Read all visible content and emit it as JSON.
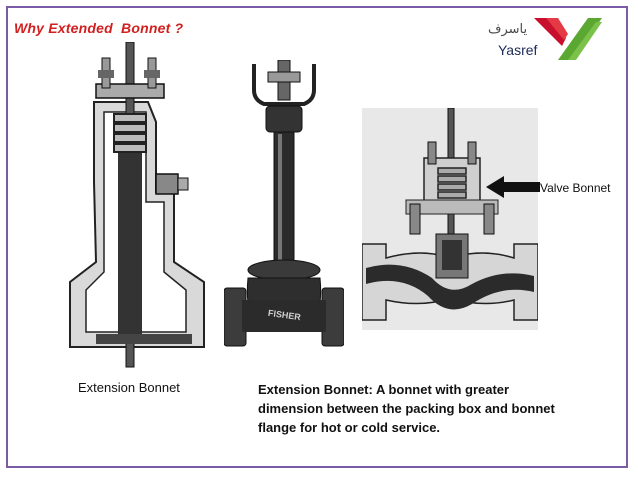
{
  "slide": {
    "title": "Why Extended  Bonnet ?",
    "logo": {
      "arabic": "ياسرف",
      "english": "Yasref",
      "colors": [
        "#c8102e",
        "#5aa832"
      ]
    },
    "valve_bonnet_label": "Valve Bonnet",
    "brand_on_valve": "FISHER",
    "caption_left": "Extension Bonnet",
    "caption_right": "Extension Bonnet: A bonnet with greater dimension between the packing box and bonnet flange for hot or cold service."
  }
}
